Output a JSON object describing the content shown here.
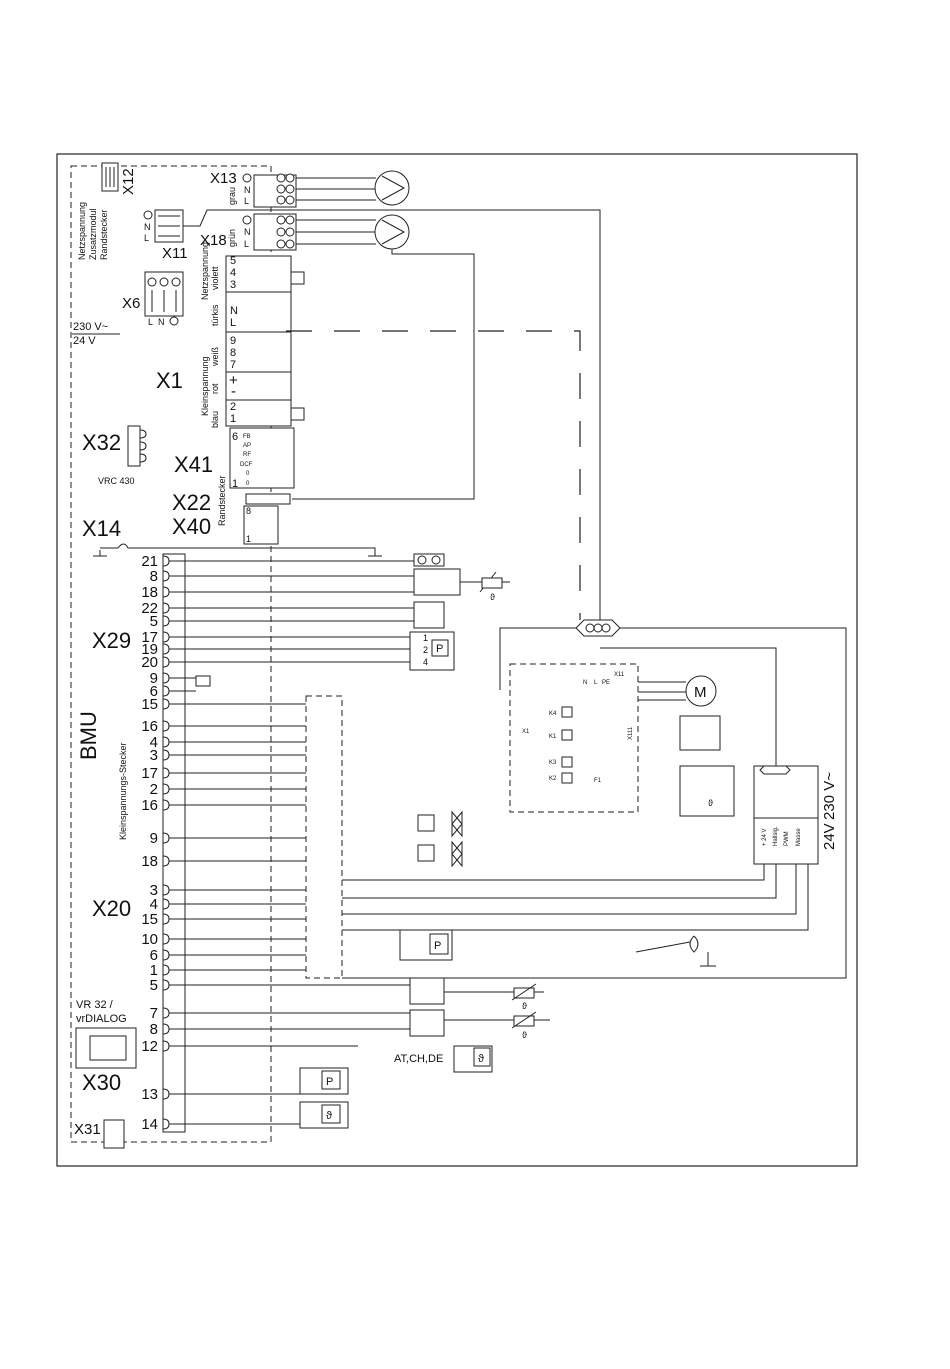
{
  "connectors": {
    "x12": "X12",
    "x13": "X13",
    "x11": "X11",
    "x18": "X18",
    "x6": "X6",
    "x1": "X1",
    "x32": "X32",
    "x41": "X41",
    "x22": "X22",
    "x14": "X14",
    "x40": "X40",
    "x29": "X29",
    "x20": "X20",
    "x30": "X30",
    "x31": "X31"
  },
  "labels": {
    "netz_zusatz": "Netzspannung",
    "zusatzmodul": "Zusatzmodul",
    "randstecker": "Randstecker",
    "voltage_230": "230 V~",
    "voltage_24": "24 V",
    "vrc430": "VRC 430",
    "bmu": "BMU",
    "kleinspannungs_stecker": "Kleinspannungs-Stecker",
    "vr32": "VR 32 /",
    "vrdialog": "vrDIALOG",
    "grau": "grau",
    "gruen": "grün",
    "violett": "violett",
    "tuerkis": "türkis",
    "weiss": "weiß",
    "rot": "rot",
    "blau": "blau",
    "netzspannung_v": "Netzspannung",
    "kleinspannung_v": "Kleinspannung",
    "randstecker_v": "Randstecker",
    "country": "AT,CH,DE",
    "motor": "M",
    "p": "P",
    "theta": "ϑ",
    "v230": "230 V~",
    "v24": "24V",
    "f1": "F1",
    "k1": "K1",
    "k2": "K2",
    "k3": "K3",
    "k4": "K4",
    "x1_small": "X1",
    "x11_small": "X11",
    "x111": "X111",
    "hallsig": "Hallsig.",
    "pwm": "PWM",
    "masse": "Masse",
    "plus24": "+ 24 V",
    "n": "N",
    "l": "L",
    "pe": "PE"
  },
  "x41_pins": [
    "FB",
    "AP",
    "RF",
    "DCF",
    "0",
    "0"
  ],
  "x29_pins": [
    "21",
    "8",
    "18",
    "22",
    "5",
    "17",
    "19",
    "20",
    "9",
    "6",
    "15",
    "16",
    "4",
    "3"
  ],
  "x20_pins": [
    "17",
    "2",
    "16",
    "9",
    "18",
    "3",
    "4",
    "15",
    "10",
    "6",
    "1",
    "5",
    "7",
    "8",
    "12",
    "13",
    "14"
  ],
  "x1_pins": [
    "5",
    "4",
    "3",
    "N",
    "L",
    "9",
    "8",
    "7",
    "+",
    "-",
    "2",
    "1"
  ],
  "x41_numbers": [
    "6",
    "1"
  ],
  "x40_numbers": [
    "8",
    "1"
  ],
  "pressure_pins": [
    "1",
    "2",
    "4"
  ],
  "pump_pins": [
    "N",
    "L"
  ]
}
